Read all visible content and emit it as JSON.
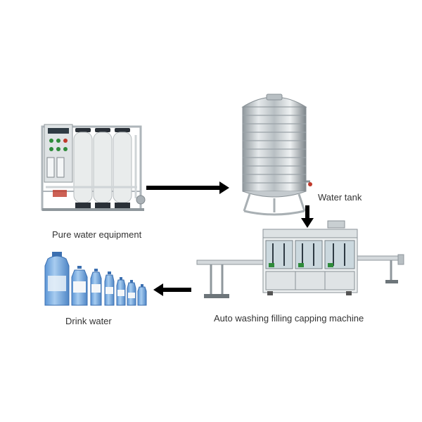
{
  "steps": {
    "pure_water": {
      "label": "Pure water equipment"
    },
    "water_tank": {
      "label": "Water tank"
    },
    "machine": {
      "label": "Auto washing filling capping machine"
    },
    "drink": {
      "label": "Drink water"
    }
  },
  "colors": {
    "arrow": "#000000",
    "steel_light": "#e6eaec",
    "steel_dark": "#9aa2a8",
    "frame": "#bfc6cb",
    "tank_blue": "#3b6fb0",
    "bottle_blue": "#7fb3e6",
    "panel_green": "#2e8b3a"
  }
}
